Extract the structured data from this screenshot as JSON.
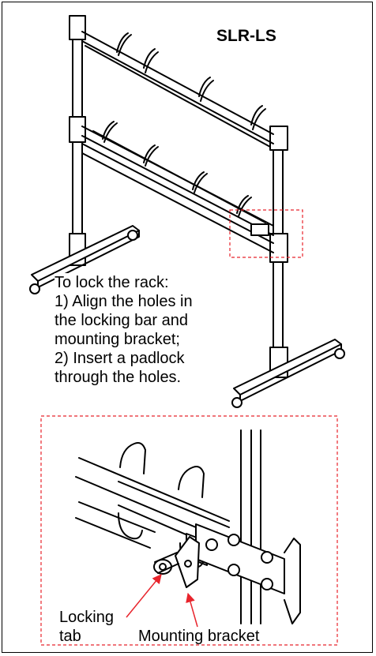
{
  "model_label": "SLR-LS",
  "instructions": [
    "To lock the rack:",
    "1) Align the holes in",
    "the locking bar and",
    "mounting bracket;",
    "2) Insert a padlock",
    "through the holes."
  ],
  "callouts": {
    "locking_tab": [
      "Locking",
      "tab"
    ],
    "mounting_bracket": "Mounting bracket"
  },
  "colors": {
    "callout_arrow": "#e8242c",
    "highlight_dash": "#e8242c",
    "line": "#000000"
  }
}
